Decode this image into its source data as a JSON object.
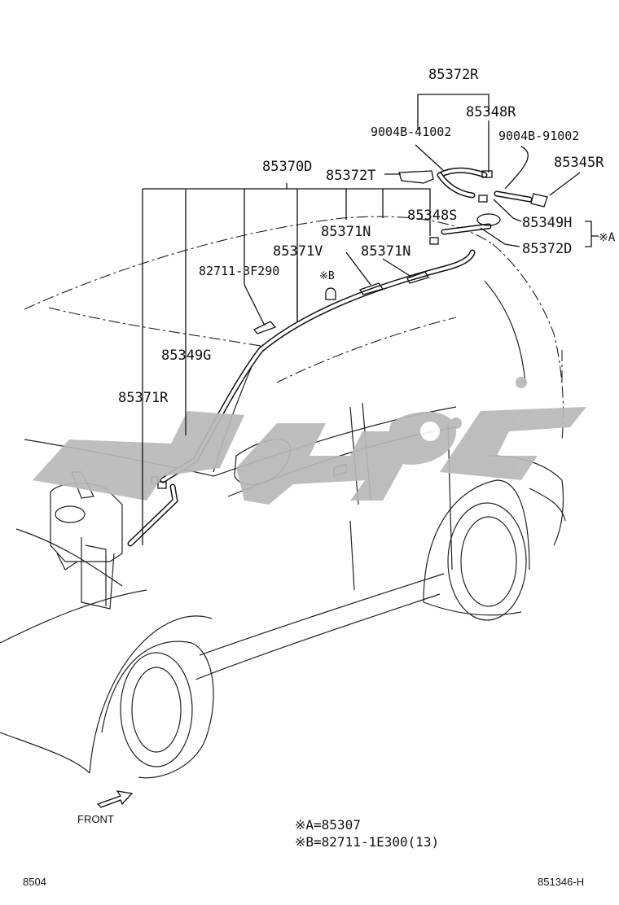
{
  "labels": {
    "p85372R": "85372R",
    "p85348R": "85348R",
    "p9004B_41002": "9004B-41002",
    "p9004B_91002": "9004B-91002",
    "p85345R": "85345R",
    "p85370D": "85370D",
    "p85372T": "85372T",
    "p85348S": "85348S",
    "p85349H": "85349H",
    "p85372D": "85372D",
    "markA": "※A",
    "p85371N_a": "85371N",
    "p85371V": "85371V",
    "p85371N_b": "85371N",
    "p82711_3F290": "82711-3F290",
    "markB": "※B",
    "p85349G": "85349G",
    "p85371R": "85371R"
  },
  "front_label": "FRONT",
  "notes": {
    "noteA": "※A=85307",
    "noteB": "※B=82711-1E300(13)"
  },
  "footer": {
    "left": "8504",
    "right": "851346-H"
  },
  "watermark": {
    "color": "#b8b8b8"
  }
}
